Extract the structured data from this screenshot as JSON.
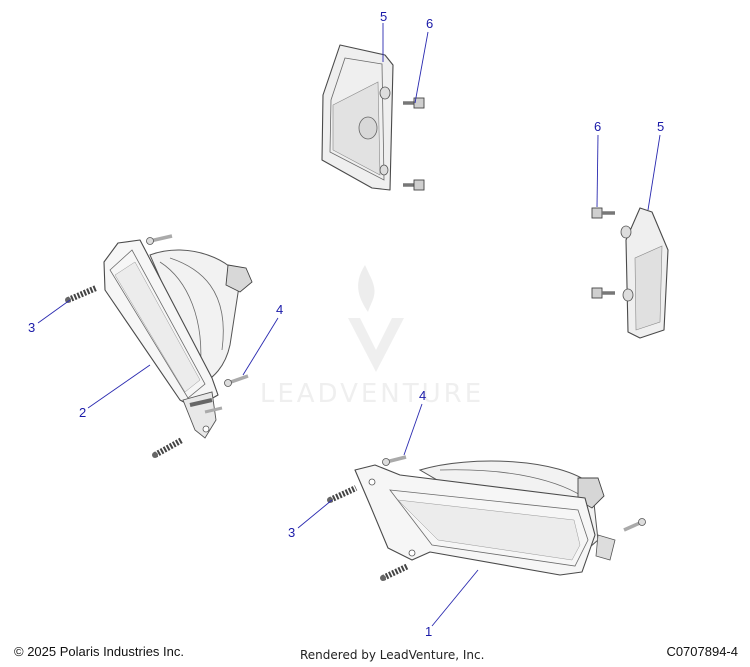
{
  "callouts": {
    "c1": "1",
    "c2": "2",
    "c3a": "3",
    "c3b": "3",
    "c4a": "4",
    "c4b": "4",
    "c5a": "5",
    "c5b": "5",
    "c6a": "6",
    "c6b": "6"
  },
  "watermark": {
    "text": "LEADVENTURE"
  },
  "footer": {
    "copyright": "© 2025 Polaris Industries Inc.",
    "rendered_by": "Rendered by LeadVenture, Inc.",
    "diagram_id": "C0707894-4"
  },
  "colors": {
    "callout": "#1a1aa8",
    "part_fill": "#f1f1f1",
    "watermark": "#e6e6e6"
  }
}
